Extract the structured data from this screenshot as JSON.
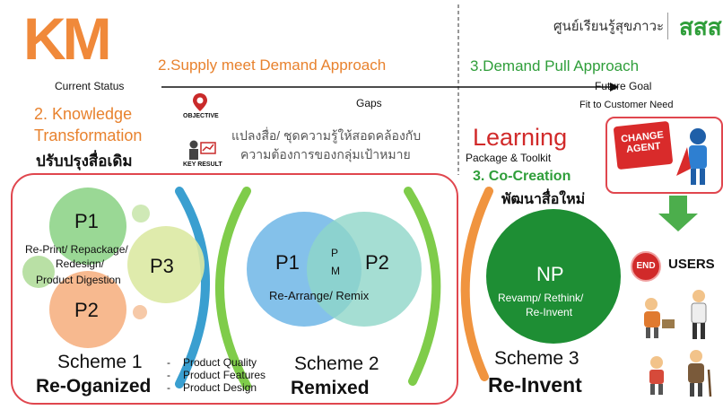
{
  "logo": {
    "text": "KM"
  },
  "org": {
    "name": "ศูนย์เรียนรู้สุขภาวะ",
    "brand": "สสส"
  },
  "header": {
    "approach2": "2.Supply meet Demand Approach",
    "approach3": "3.Demand Pull Approach",
    "current_status": "Current Status",
    "gaps": "Gaps",
    "future_goal": "Future Goal",
    "fit_to_customer": "Fit to Customer Need"
  },
  "knowledge": {
    "line1": "2. Knowledge",
    "line2": "Transformation",
    "thai": "ปรับปรุงสื่อเดิม"
  },
  "okr": {
    "objective": "OBJECTIVE",
    "key_result": "KEY RESULT"
  },
  "thai_desc": {
    "line1": "แปลงสื่อ/ ชุดความรู้ให้สอดคล้องกับ",
    "line2": "ความต้องการของกลุ่มเป้าหมาย"
  },
  "learning": {
    "title": "Learning",
    "subtitle": "Package & Toolkit",
    "cocreation": "3. Co-Creation",
    "thai": "พัฒนาสื่อใหม่"
  },
  "change_agent": {
    "line1": "CHANGE",
    "line2": "AGENT"
  },
  "scheme1": {
    "p1": "P1",
    "p2": "P2",
    "p3": "P3",
    "desc_line1": "Re-Print/ Repackage/",
    "desc_line2": "Redesign/",
    "desc_line3": "Product Digestion",
    "title": "Scheme 1",
    "subtitle": "Re-Oganized"
  },
  "product_list": [
    "Product Quality",
    "Product Features",
    "Product Design"
  ],
  "scheme2": {
    "p1": "P1",
    "p2": "P2",
    "pm_p": "P",
    "pm_m": "M",
    "desc": "Re-Arrange/ Remix",
    "title": "Scheme 2",
    "subtitle": "Remixed"
  },
  "scheme3": {
    "np": "NP",
    "desc_line1": "Revamp/ Rethink/",
    "desc_line2": "Re-Invent",
    "title": "Scheme 3",
    "subtitle": "Re-Invent"
  },
  "users": {
    "end": "END",
    "label": "USERS"
  },
  "colors": {
    "orange": "#e8822e",
    "green": "#2f9e3a",
    "red": "#d12a2a",
    "frame": "#e0464e",
    "circle_green": "#8fd48a",
    "circle_orange": "#f6b183",
    "circle_lime": "#dbe9a3",
    "circle_blue": "#6fb6e6",
    "circle_teal": "#8ed6c8",
    "np_green": "#1e8e34",
    "arc_blue": "#3a9fd0",
    "arc_green": "#7fcc4a"
  }
}
